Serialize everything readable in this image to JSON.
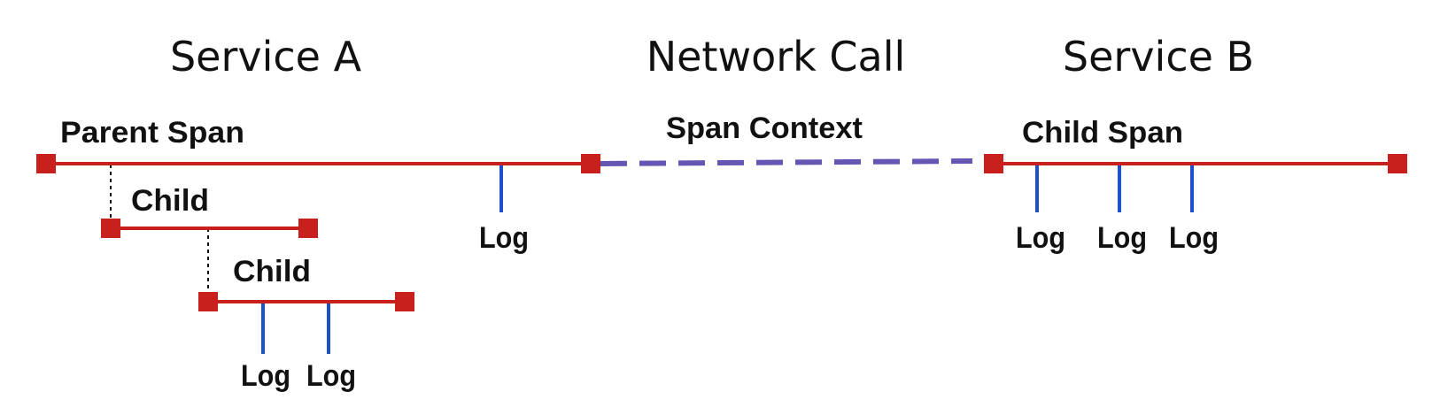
{
  "headings": {
    "service_a": "Service A",
    "network_call": "Network Call",
    "service_b": "Service B"
  },
  "labels": {
    "parent_span": "Parent Span",
    "child_1": "Child",
    "child_2": "Child",
    "span_context": "Span Context",
    "child_span": "Child Span",
    "log_parent": "Log",
    "log_child_a": "Log",
    "log_child_b": "Log",
    "log_b1": "Log",
    "log_b2": "Log",
    "log_b3": "Log"
  },
  "colors": {
    "span_line": "#c8201c",
    "span_endpoint": "#c8201c",
    "log_line": "#1e4fcc",
    "network_dash": "#6656b4",
    "text": "#111111",
    "guide": "#111111"
  }
}
